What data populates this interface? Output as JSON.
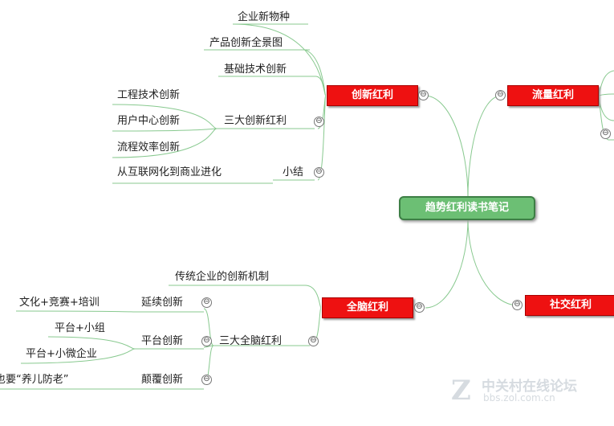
{
  "root": "趋势红利读书笔记",
  "branches": {
    "chuangxin": {
      "label": "创新红利",
      "children": {
        "c1": "企业新物种",
        "c2": "产品创新全景图",
        "c3": "基础技术创新",
        "c4": {
          "label": "三大创新红利",
          "children": [
            "工程技术创新",
            "用户中心创新",
            "流程效率创新"
          ]
        },
        "c5": {
          "label": "小结",
          "children": [
            "从互联网化到商业进化"
          ]
        }
      }
    },
    "liuliang": {
      "label": "流量红利"
    },
    "shejiao": {
      "label": "社交红利"
    },
    "quannao": {
      "label": "全脑红利",
      "children": {
        "q1": "传统企业的创新机制",
        "q2": {
          "label": "三大全脑红利",
          "children": {
            "yanxu": {
              "label": "延续创新",
              "children": [
                "文化+竞赛+培训"
              ]
            },
            "pingtai": {
              "label": "平台创新",
              "children": [
                "平台+小组",
                "平台+小微企业"
              ]
            },
            "dianfu": {
              "label": "颠覆创新",
              "children": [
                "也要“养儿防老”"
              ]
            }
          }
        }
      }
    }
  },
  "toggle_symbol": "⊖",
  "colors": {
    "main_topic": "#ee1111",
    "root": "#6cbf74",
    "line": "#88c98f"
  },
  "watermark": {
    "name": "中关村在线论坛",
    "url": "bbs.zol.com.cn"
  }
}
